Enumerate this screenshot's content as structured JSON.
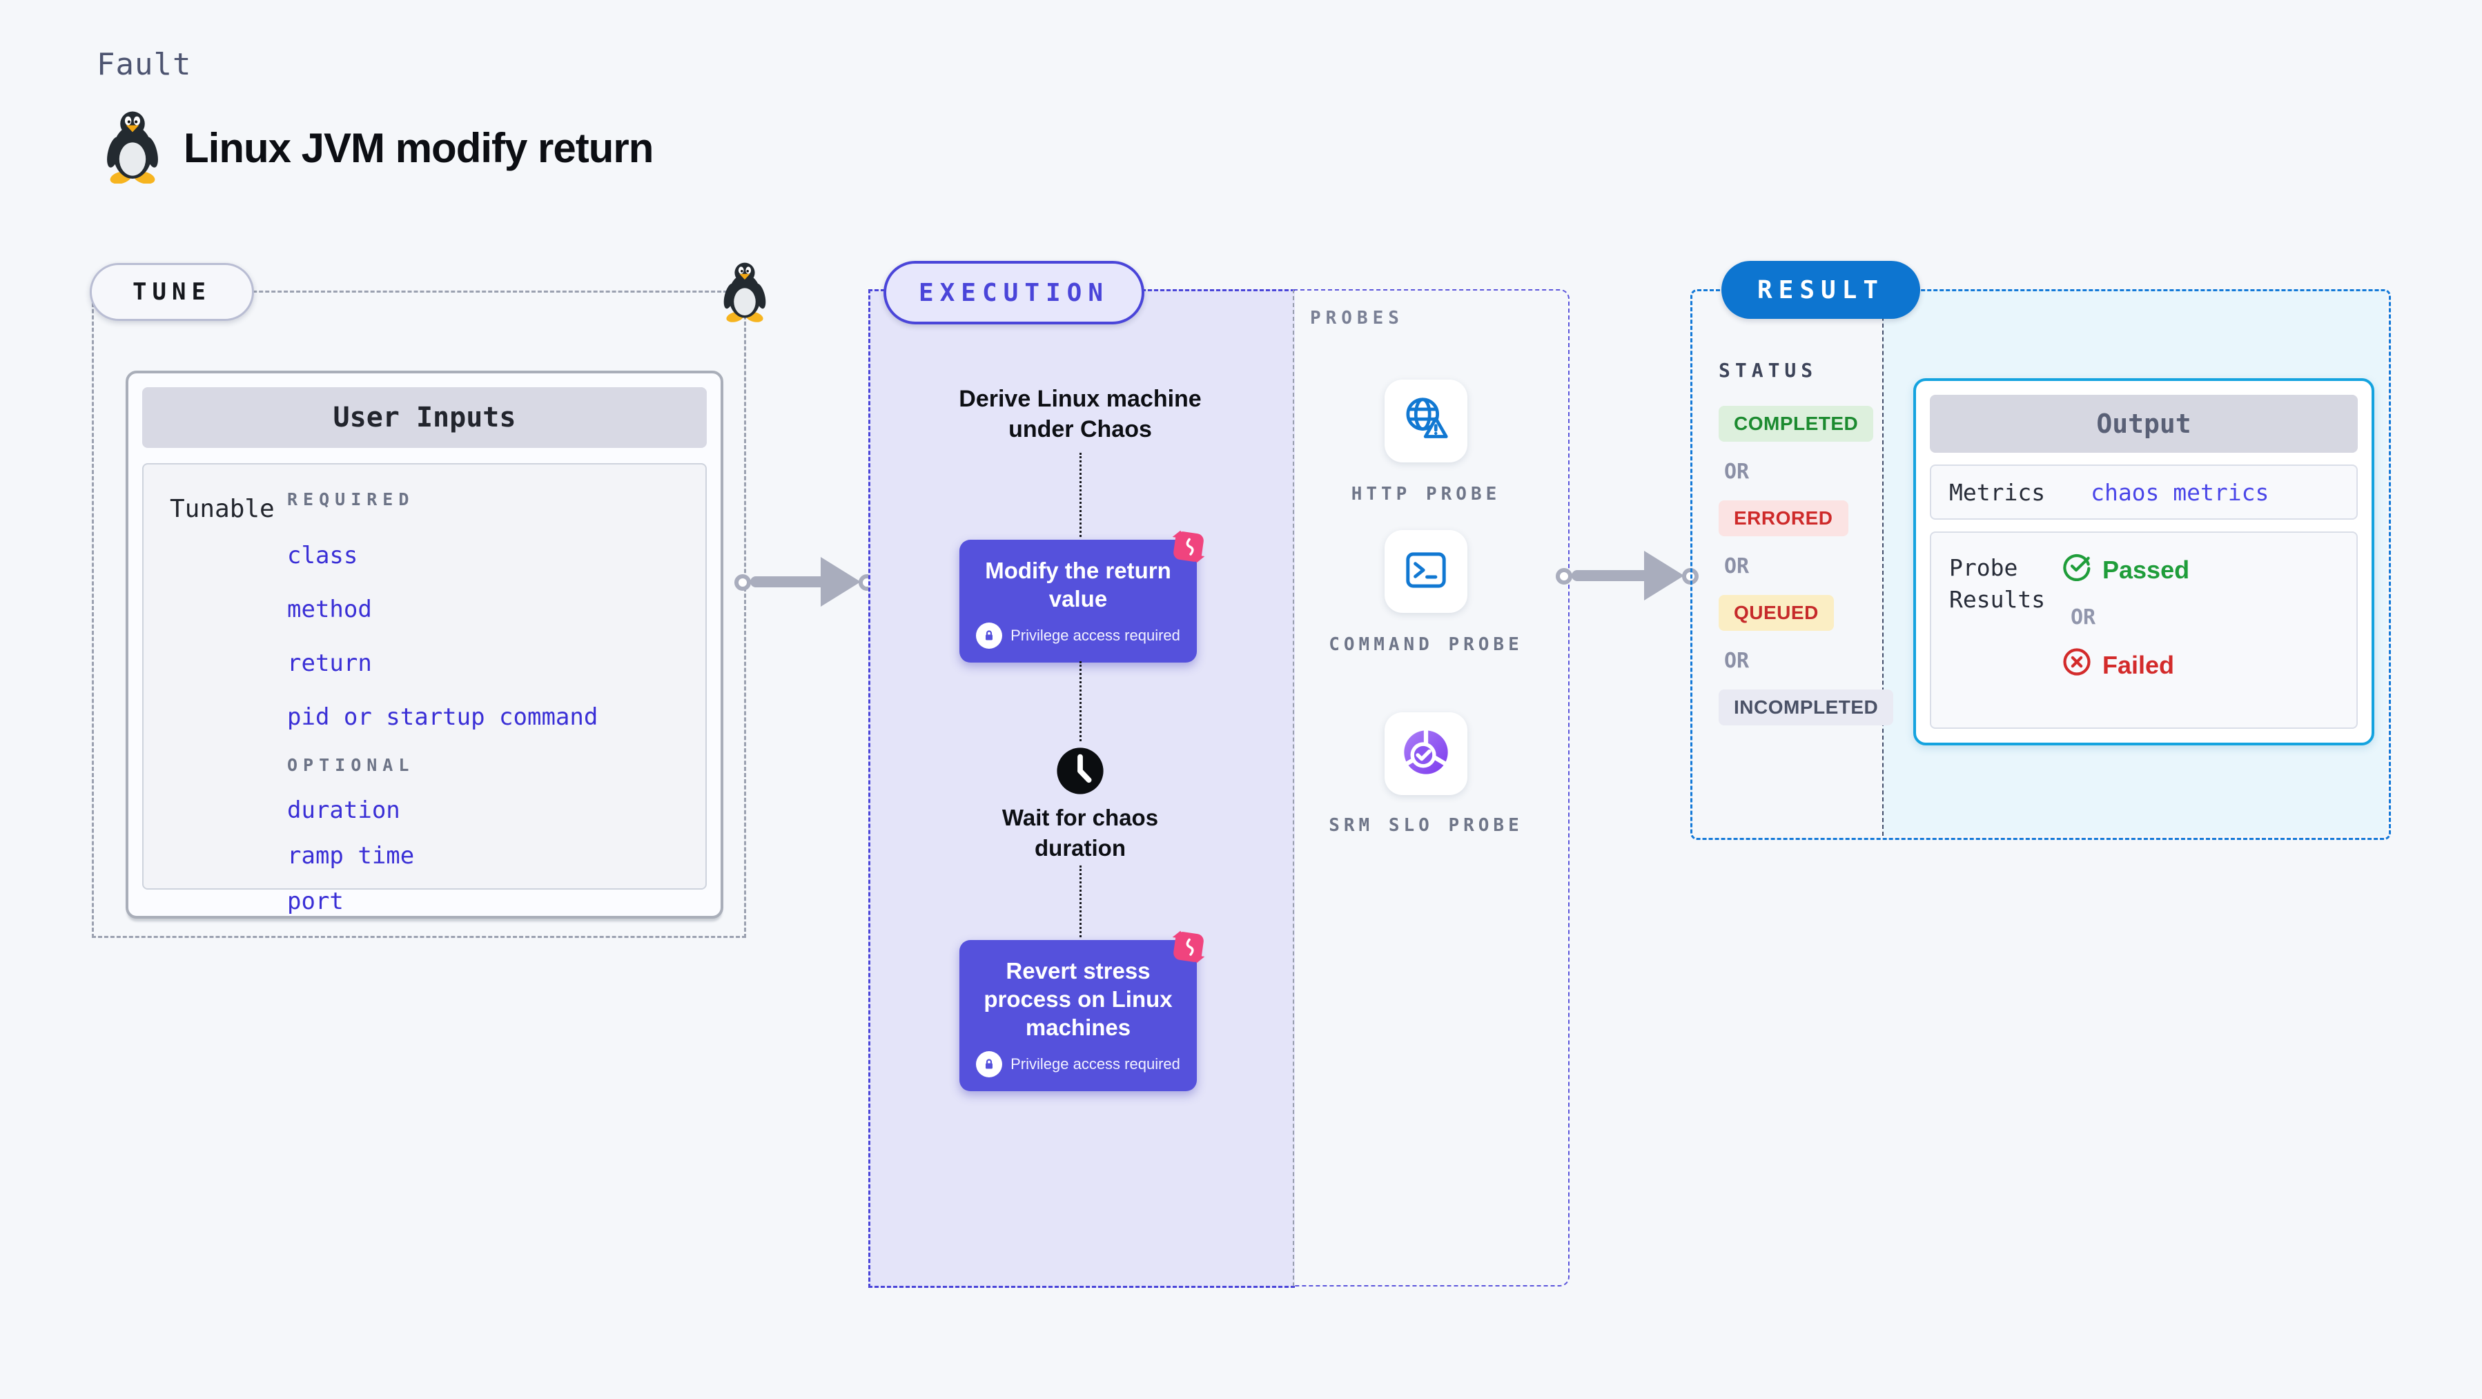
{
  "page": {
    "kicker": "Fault",
    "title": "Linux JVM modify return"
  },
  "tune": {
    "label": "TUNE",
    "panel_title": "User Inputs",
    "row_label": "Tunable",
    "required_label": "REQUIRED",
    "required_items": [
      "class",
      "method",
      "return",
      "pid or startup command"
    ],
    "optional_label": "OPTIONAL",
    "optional_items": [
      "duration",
      "ramp time",
      "port"
    ]
  },
  "execution": {
    "label": "EXECUTION",
    "derive_step": "Derive Linux machine under Chaos",
    "modify_step": "Modify the return value",
    "wait_step": "Wait for chaos duration",
    "revert_step": "Revert stress process on Linux machines",
    "privilege_note": "Privilege access required"
  },
  "probes": {
    "label": "PROBES",
    "items": [
      {
        "name": "HTTP PROBE",
        "icon": "globe-alert-icon"
      },
      {
        "name": "COMMAND PROBE",
        "icon": "terminal-icon"
      },
      {
        "name": "SRM SLO PROBE",
        "icon": "slo-gauge-icon"
      }
    ]
  },
  "result": {
    "label": "RESULT",
    "status_label": "STATUS",
    "or_label": "OR",
    "statuses": [
      {
        "text": "COMPLETED",
        "tone": "green"
      },
      {
        "text": "ERRORED",
        "tone": "red"
      },
      {
        "text": "QUEUED",
        "tone": "yellow"
      },
      {
        "text": "INCOMPLETED",
        "tone": "gray"
      }
    ],
    "output": {
      "title": "Output",
      "metrics_label": "Metrics",
      "metrics_value": "chaos metrics",
      "probe_results_label": "Probe Results",
      "or_label": "OR",
      "passed_label": "Passed",
      "failed_label": "Failed"
    }
  },
  "icons": {
    "header": "tux-penguin-icon",
    "tune_corner": "tux-penguin-icon",
    "flow_boxes": "chaos-spark-icon",
    "privilege": "lock-icon",
    "wait": "clock-icon",
    "passed": "check-circle-icon",
    "failed": "x-circle-icon"
  },
  "colors": {
    "page_bg": "#f5f7fa",
    "indigo_accent": "#4a45d9",
    "step_box": "#5551dc",
    "link_blue": "#3a2fd6",
    "probe_blue": "#1178d2",
    "result_blue": "#0d75d0",
    "result_dash": "#1379d8",
    "cyan_fill": "#e9f6fc",
    "output_border": "#14a3df",
    "pink_badge": "#f0447e",
    "passed_green": "#1f9d3a",
    "failed_red": "#d32b2b",
    "srm_purple": "#7c3aed"
  }
}
